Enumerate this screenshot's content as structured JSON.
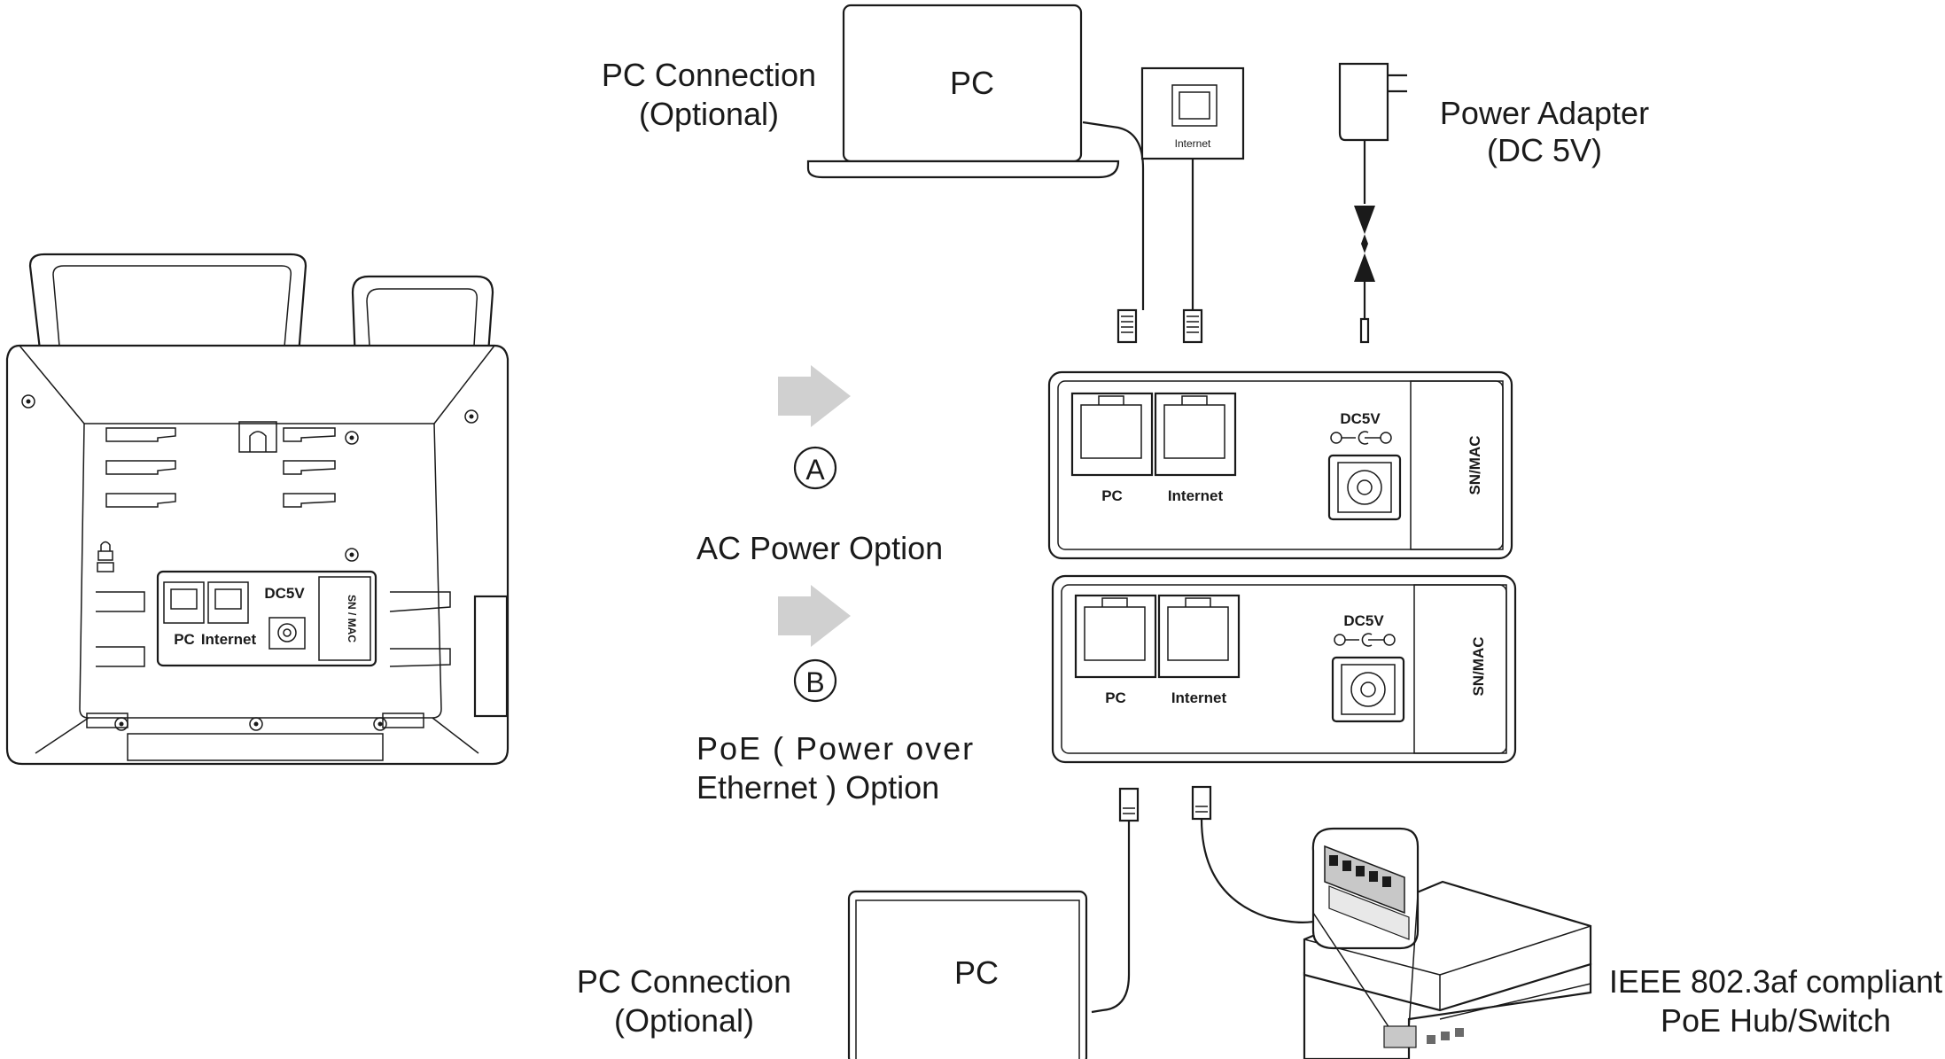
{
  "labels": {
    "pc_top": "PC",
    "pc_bottom": "PC",
    "pc_connection_top": [
      "PC Connection",
      "(Optional)"
    ],
    "pc_connection_bottom": [
      "PC Connection",
      "(Optional)"
    ],
    "power_adapter": [
      "Power Adapter",
      "(DC 5V)"
    ],
    "wall_jack": "Internet",
    "option_a_marker": "A",
    "option_a": "AC Power Option",
    "option_b_marker": "B",
    "option_b": [
      "PoE ( Power over",
      "Ethernet ) Option"
    ],
    "poe_switch": [
      "IEEE 802.3af compliant",
      "PoE Hub/Switch"
    ]
  },
  "port_panel": {
    "pc_port": "PC",
    "internet_port": "Internet",
    "dc_label": "DC5V",
    "sn_label": "SN/MAC"
  },
  "phone_back": {
    "pc_port": "PC",
    "internet_port": "Internet",
    "dc_label": "DC5V",
    "sn_label": "SN / MAC"
  },
  "colors": {
    "line": "#1a1a1a",
    "arrow": "#d0d0d0",
    "shade": "#c8c8c8"
  }
}
